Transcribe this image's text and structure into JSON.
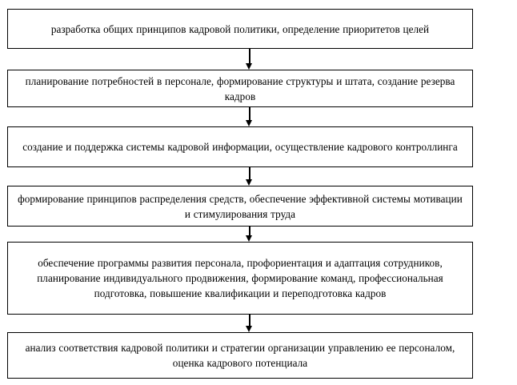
{
  "diagram": {
    "type": "flowchart",
    "orientation": "vertical",
    "language": "ru",
    "box_border_color": "#000000",
    "box_fill_color": "#ffffff",
    "text_color": "#000000",
    "arrow_color": "#000000",
    "nodes": [
      {
        "id": "node-1",
        "text": "разработка общих принципов кадровой политики, определение приоритетов целей"
      },
      {
        "id": "node-2",
        "text": "планирование потребностей в персонале, формирование структуры и штата, создание резерва кадров"
      },
      {
        "id": "node-3",
        "text": "создание и поддержка системы кадровой информации, осуществление кадрового контроллинга"
      },
      {
        "id": "node-4",
        "text": "формирование принципов распределения средств, обеспечение эффективной системы мотивации и стимулирования труда"
      },
      {
        "id": "node-5",
        "text": "обеспечение программы развития персонала, профориентация и адаптация сотрудников, планирование индивидуального продвижения, формирование команд, профессиональная подготовка, повышение квалификации и переподготовка кадров"
      },
      {
        "id": "node-6",
        "text": "анализ соответствия кадровой политики и стратегии организации управлению ее персоналом, оценка кадрового потенциала"
      }
    ],
    "connectors": [
      {
        "id": "connector-1",
        "from": "node-1",
        "to": "node-2",
        "marker": "arrow-down-icon"
      },
      {
        "id": "connector-2",
        "from": "node-2",
        "to": "node-3",
        "marker": "arrow-down-icon"
      },
      {
        "id": "connector-3",
        "from": "node-3",
        "to": "node-4",
        "marker": "arrow-down-icon"
      },
      {
        "id": "connector-4",
        "from": "node-4",
        "to": "node-5",
        "marker": "arrow-down-icon"
      },
      {
        "id": "connector-5",
        "from": "node-5",
        "to": "node-6",
        "marker": "arrow-down-icon"
      }
    ]
  }
}
